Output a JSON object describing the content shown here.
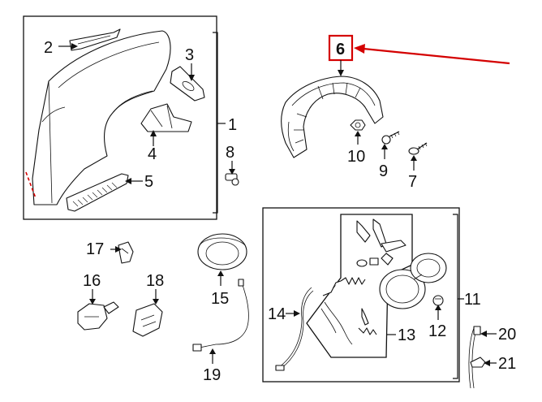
{
  "callouts": {
    "c1": "1",
    "c2": "2",
    "c3": "3",
    "c4": "4",
    "c5": "5",
    "c6": "6",
    "c7": "7",
    "c8": "8",
    "c9": "9",
    "c10": "10",
    "c11": "11",
    "c12": "12",
    "c13": "13",
    "c14": "14",
    "c15": "15",
    "c16": "16",
    "c17": "17",
    "c18": "18",
    "c19": "19",
    "c20": "20",
    "c21": "21"
  },
  "highlight": {
    "callout": "6",
    "box_color": "#d40000",
    "arrow_color": "#d40000"
  },
  "icons": {
    "quarter_panel": "quarter-panel-icon",
    "wheelhouse_liner": "wheelhouse-liner-icon",
    "fuel_door": "fuel-door-icon"
  }
}
